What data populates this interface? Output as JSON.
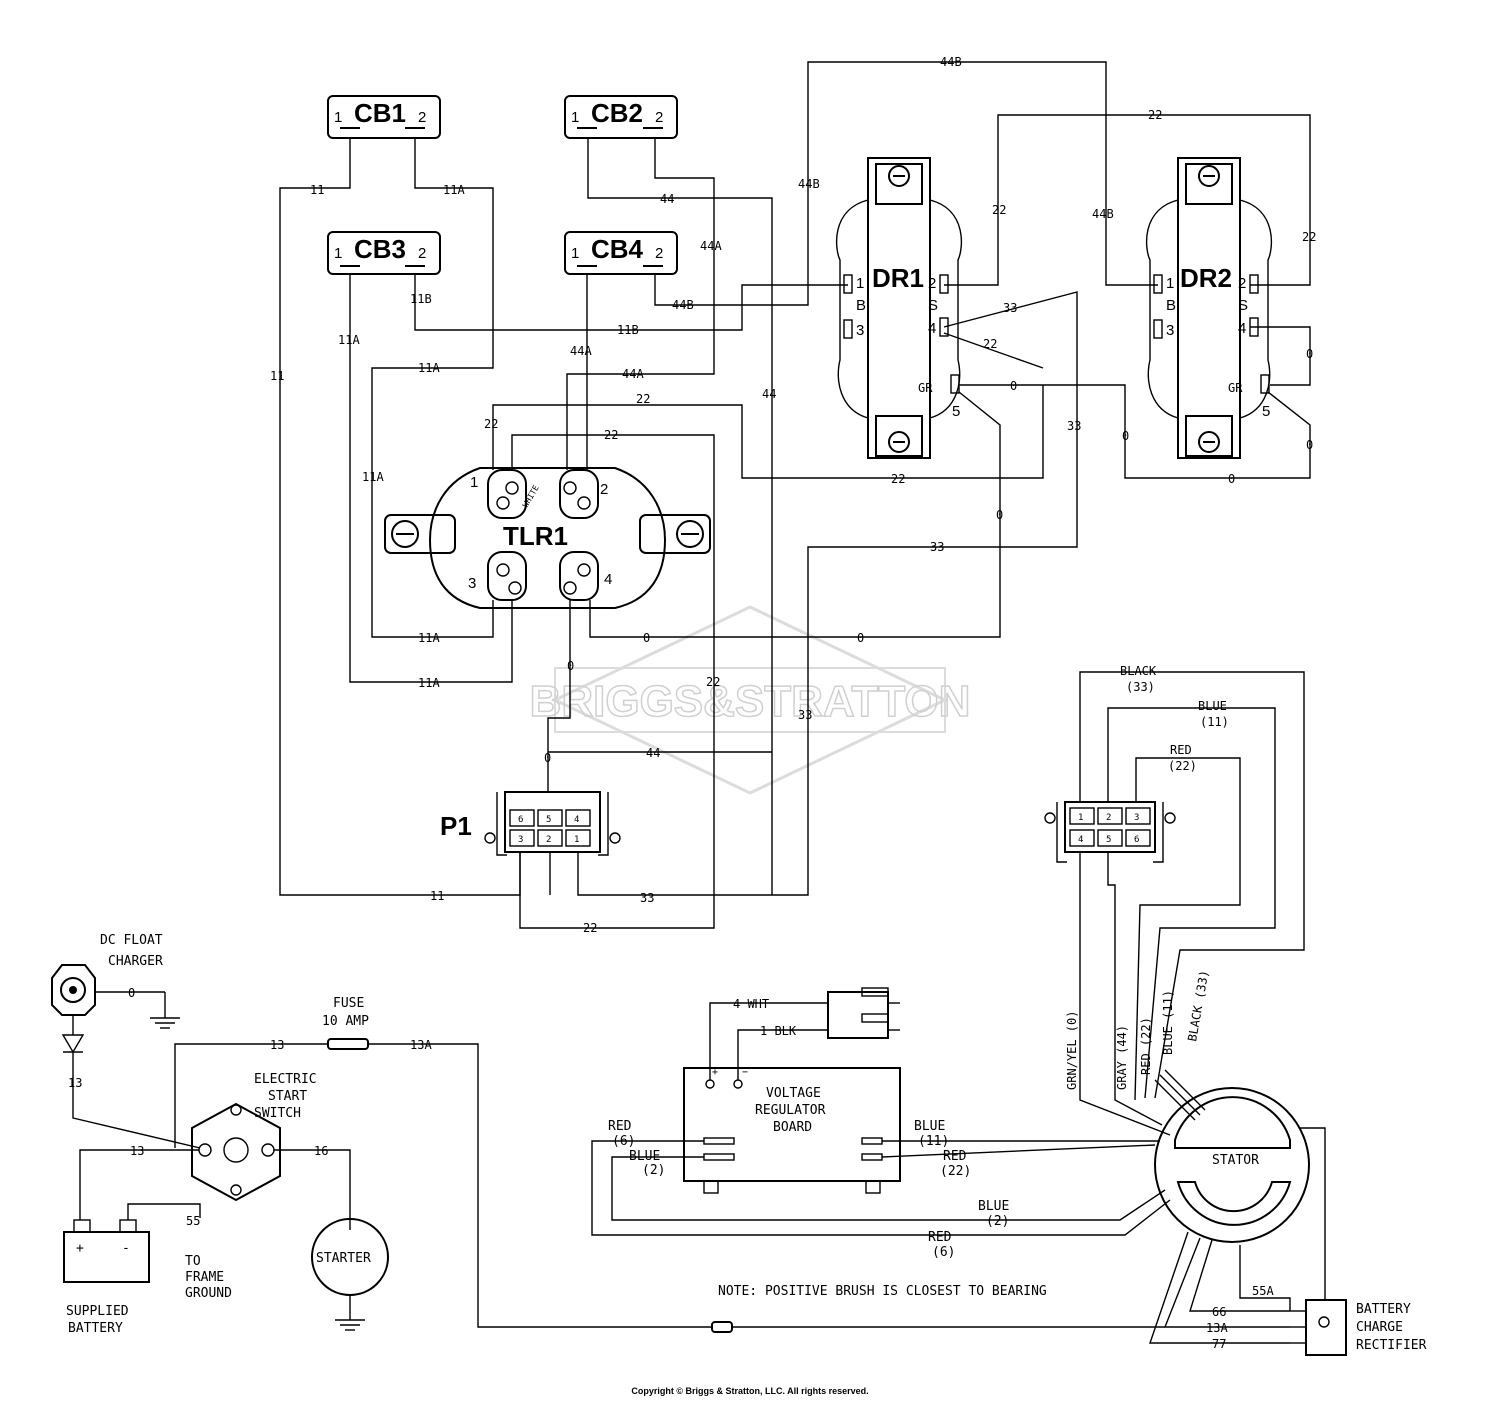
{
  "watermark": "BRIGGS&STRATTON",
  "copyright": "Copyright © Briggs & Stratton, LLC. All rights reserved.",
  "components": {
    "cb1": "CB1",
    "cb2": "CB2",
    "cb3": "CB3",
    "cb4": "CB4",
    "dr1": "DR1",
    "dr2": "DR2",
    "tlr1": "TLR1",
    "tlr1_mark": "WHITE",
    "p1": "P1",
    "pin_1": "1",
    "pin_2": "2",
    "pin_3": "3",
    "pin_4": "4",
    "pin_5": "5",
    "pin_6": "6",
    "pin_b": "B",
    "pin_s": "S",
    "pin_gr": "GR",
    "dc_float_charger": [
      "DC FLOAT",
      "CHARGER"
    ],
    "fuse": [
      "FUSE",
      "10 AMP"
    ],
    "electric_start_switch": [
      "ELECTRIC",
      "START",
      "SWITCH"
    ],
    "supplied_battery": [
      "SUPPLIED",
      "BATTERY"
    ],
    "battery_plus": "+",
    "battery_minus": "-",
    "to_frame_ground": [
      "TO",
      "FRAME",
      "GROUND"
    ],
    "starter": "STARTER",
    "voltage_regulator_board": [
      "VOLTAGE",
      "REGULATOR",
      "BOARD"
    ],
    "stator": "STATOR",
    "battery_charge_rectifier": [
      "BATTERY",
      "CHARGE",
      "RECTIFIER"
    ],
    "note": "NOTE: POSITIVE BRUSH IS CLOSEST TO BEARING"
  },
  "wires": {
    "w0": "0",
    "w11": "11",
    "w11a": "11A",
    "w11b": "11B",
    "w13": "13",
    "w13a": "13A",
    "w16": "16",
    "w22": "22",
    "w33": "33",
    "w44": "44",
    "w44a": "44A",
    "w44b": "44B",
    "w55": "55",
    "w55a": "55A",
    "w66": "66",
    "w77": "77",
    "wht4": "4 WHT",
    "blk1": "1 BLK"
  },
  "stator_leads": {
    "black_33": [
      "BLACK",
      "(33)"
    ],
    "blue_11": [
      "BLUE",
      "(11)"
    ],
    "red_22": [
      "RED",
      "(22)"
    ],
    "red_6": [
      "RED",
      "(6)"
    ],
    "blue_2": [
      "BLUE",
      "(2)"
    ],
    "grnyel_0": "GRN/YEL (0)",
    "gray_44": "GRAY (44)",
    "red_22_v": "RED (22)",
    "blue_11_v": "BLUE (11)",
    "black_33_v": "BLACK (33)"
  }
}
